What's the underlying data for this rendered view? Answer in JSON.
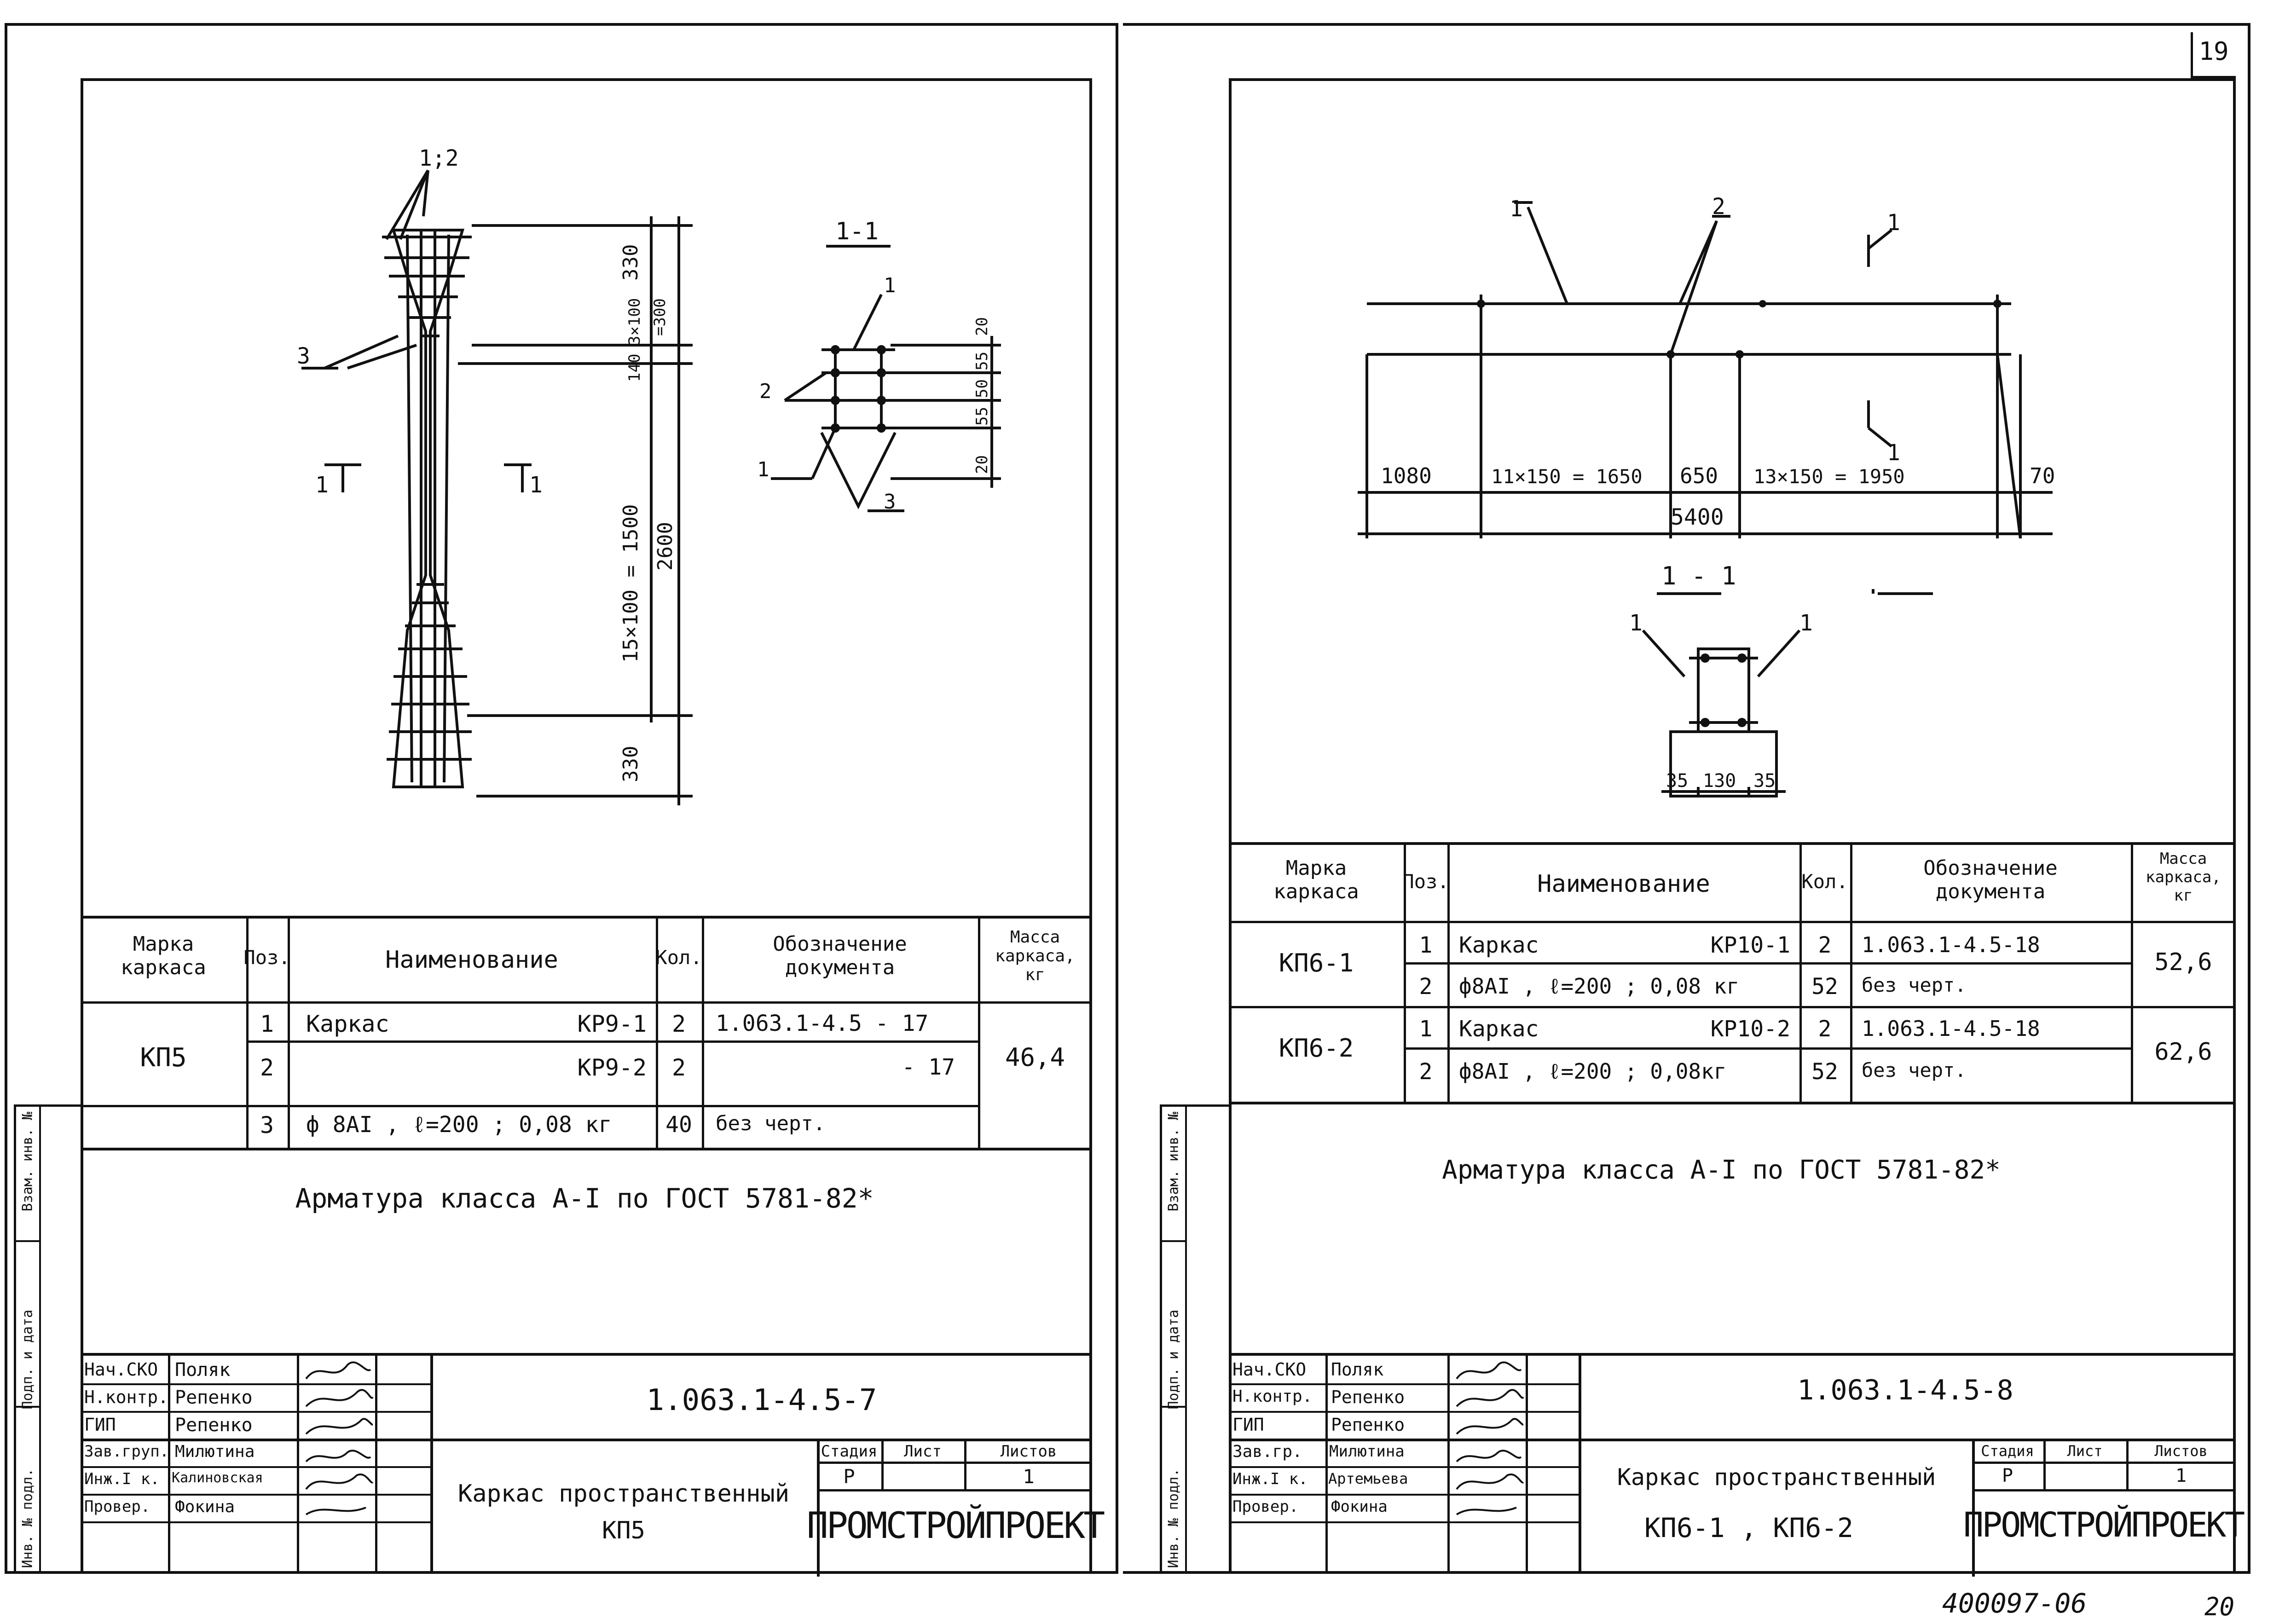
{
  "left": {
    "drawing": {
      "callout_12": "1;2",
      "callout_3": "3",
      "section_mark_left": "1",
      "section_mark_right": "1",
      "dim_330_top": "330",
      "dim_3x100": "3×100",
      "dim_300": "=300",
      "dim_140": "140",
      "dim_15x100": "15×100 = 1500",
      "dim_2600": "2600",
      "dim_330_bottom": "330",
      "section_title": "1-1",
      "sec_callout_1a": "1",
      "sec_callout_2": "2",
      "sec_callout_1b": "1",
      "sec_callout_3": "3",
      "sec_dims": [
        "20",
        "55",
        "50",
        "55",
        "20"
      ]
    },
    "table": {
      "headers": [
        "Марка каркаса",
        "Поз.",
        "Наименование",
        "Кол.",
        "Обозначение документа",
        "Масса каркаса, кг"
      ],
      "mark": "КП5",
      "mass": "46,4",
      "rows": [
        {
          "pos": "1",
          "name": "Каркас",
          "code": "КР9-1",
          "qty": "2",
          "doc": "1.063.1-4.5 - 17"
        },
        {
          "pos": "2",
          "name": "",
          "code": "КР9-2",
          "qty": "2",
          "doc": "- 17"
        },
        {
          "pos": "3",
          "name": "ф 8АI , ℓ=200 ; 0,08 кг",
          "code": "",
          "qty": "40",
          "doc": "без черт."
        }
      ]
    },
    "note": "Арматура класса А-I по ГОСТ 5781-82*",
    "title_block": {
      "roles": [
        "Нач.СКО",
        "Н.контр.",
        "ГИП",
        "Зав.груп.",
        "Инж.I к.",
        "Провер."
      ],
      "names": [
        "Поляк",
        "Репенко",
        "Репенко",
        "Милютина",
        "Калиновская",
        "Фокина"
      ],
      "doc_number": "1.063.1-4.5-7",
      "title_line1": "Каркас пространственный",
      "title_line2": "КП5",
      "stage_label": "Стадия",
      "sheet_label": "Лист",
      "sheets_label": "Листов",
      "stage": "Р",
      "sheets": "1",
      "org": "ПРОМСТРОЙПРОЕКТ"
    },
    "side_labels": [
      "Инв. № подл.",
      "Подп. и дата",
      "Взам. инв. №"
    ]
  },
  "right": {
    "page_number": "19",
    "drawing": {
      "callout_1": "1",
      "callout_2": "2",
      "section_top": "1",
      "section_bottom": "1",
      "dim_1080": "1080",
      "dim_11x150": "11×150 = 1650",
      "dim_650": "650",
      "dim_13x150": "13×150 = 1950",
      "dim_70": "70",
      "dim_5400": "5400",
      "section_title": "1 - 1",
      "sec_callout_l": "1",
      "sec_callout_r": "1",
      "sec_dims": [
        "35",
        "130",
        "35"
      ]
    },
    "table": {
      "headers": [
        "Марка каркаса",
        "Поз.",
        "Наименование",
        "Кол.",
        "Обозначение документа",
        "Масса каркаса, кг"
      ],
      "groups": [
        {
          "mark": "КП6-1",
          "mass": "52,6",
          "rows": [
            {
              "pos": "1",
              "name": "Каркас",
              "code": "КР10-1",
              "qty": "2",
              "doc": "1.063.1-4.5-18"
            },
            {
              "pos": "2",
              "name": "ф8АI , ℓ=200 ; 0,08 кг",
              "code": "",
              "qty": "52",
              "doc": "без черт."
            }
          ]
        },
        {
          "mark": "КП6-2",
          "mass": "62,6",
          "rows": [
            {
              "pos": "1",
              "name": "Каркас",
              "code": "КР10-2",
              "qty": "2",
              "doc": "1.063.1-4.5-18"
            },
            {
              "pos": "2",
              "name": "ф8АI , ℓ=200 ; 0,08кг",
              "code": "",
              "qty": "52",
              "doc": "без черт."
            }
          ]
        }
      ]
    },
    "note": "Арматура класса А-I по ГОСТ 5781-82*",
    "title_block": {
      "roles": [
        "Нач.СКО",
        "Н.контр.",
        "ГИП",
        "Зав.гр.",
        "Инж.I к.",
        "Провер."
      ],
      "names": [
        "Поляк",
        "Репенко",
        "Репенко",
        "Милютина",
        "Артемьева",
        "Фокина"
      ],
      "doc_number": "1.063.1-4.5-8",
      "title_line1": "Каркас пространственный",
      "title_line2": "КП6-1 , КП6-2",
      "stage_label": "Стадия",
      "sheet_label": "Лист",
      "sheets_label": "Листов",
      "stage": "Р",
      "sheets": "1",
      "org": "ПРОМСТРОЙПРОЕКТ"
    },
    "side_labels": [
      "Инв. № подл.",
      "Подп. и дата",
      "Взам. инв. №"
    ]
  },
  "footer": {
    "archive_code": "400097-06",
    "page_number": "20"
  }
}
